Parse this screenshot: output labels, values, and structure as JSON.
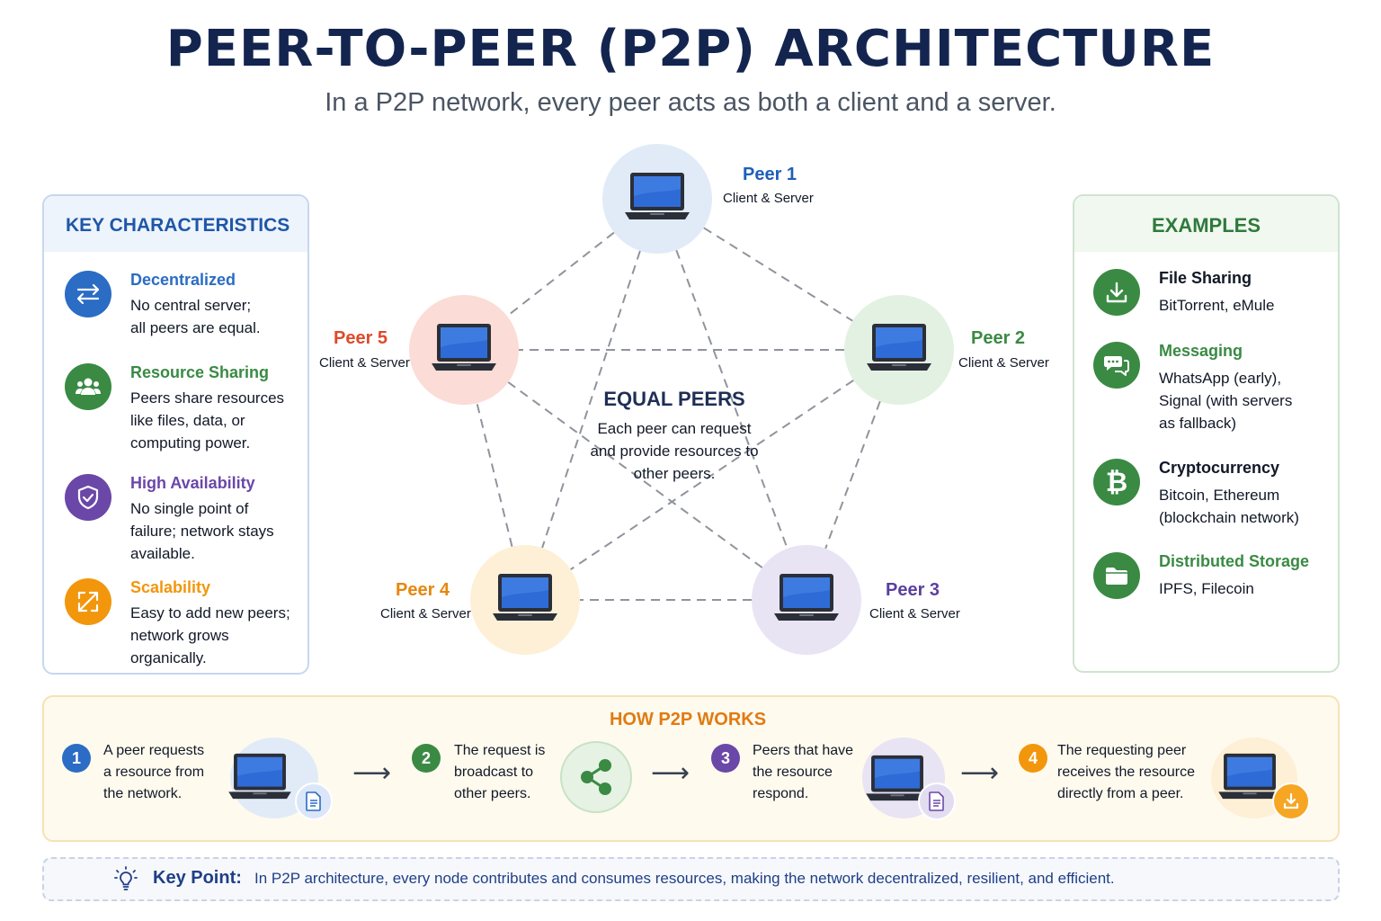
{
  "title": "PEER-TO-PEER (P2P) ARCHITECTURE",
  "subtitle": "In a P2P network, every peer acts as both a client and a server.",
  "characteristics": {
    "heading": "KEY CHARACTERISTICS",
    "items": [
      {
        "title": "Decentralized",
        "desc": "No central server;\nall peers are equal.",
        "color": "#2b6cc4",
        "icon": "arrows-exchange-icon"
      },
      {
        "title": "Resource Sharing",
        "desc": "Peers share resources\nlike files, data, or\ncomputing power.",
        "color": "#3a8a44",
        "icon": "users-group-icon"
      },
      {
        "title": "High Availability",
        "desc": "No single point of\nfailure; network stays\navailable.",
        "color": "#6b47a8",
        "icon": "shield-check-icon"
      },
      {
        "title": "Scalability",
        "desc": "Easy to add new peers;\nnetwork grows\norganically.",
        "color": "#f2960c",
        "icon": "expand-arrows-icon"
      }
    ]
  },
  "examples": {
    "heading": "EXAMPLES",
    "items": [
      {
        "title": "File Sharing",
        "desc": "BitTorrent, eMule",
        "icon": "download-icon"
      },
      {
        "title": "Messaging",
        "desc": "WhatsApp (early),\nSignal (with servers\nas fallback)",
        "icon": "chat-bubbles-icon"
      },
      {
        "title": "Cryptocurrency",
        "desc": "Bitcoin, Ethereum\n(blockchain network)",
        "icon": "bitcoin-icon"
      },
      {
        "title": "Distributed Storage",
        "desc": "IPFS, Filecoin",
        "icon": "folder-icon"
      }
    ],
    "color": "#3a8a44"
  },
  "peers": [
    {
      "name": "Peer 1",
      "role": "Client & Server",
      "color": "#1f5fb8",
      "bg": "#e1ebf8"
    },
    {
      "name": "Peer 2",
      "role": "Client & Server",
      "color": "#3a8a44",
      "bg": "#e3f1e2"
    },
    {
      "name": "Peer 3",
      "role": "Client & Server",
      "color": "#5b3fa0",
      "bg": "#e8e4f4"
    },
    {
      "name": "Peer 4",
      "role": "Client & Server",
      "color": "#e7860f",
      "bg": "#fdf0d6"
    },
    {
      "name": "Peer 5",
      "role": "Client & Server",
      "color": "#de4a2a",
      "bg": "#fbdcd6"
    }
  ],
  "center": {
    "title": "EQUAL PEERS",
    "desc": "Each peer can request and provide resources to other peers."
  },
  "how": {
    "heading": "HOW P2P WORKS",
    "steps": [
      {
        "num": "1",
        "text": "A peer requests\na resource from\nthe network.",
        "color": "#2b6cc4",
        "icon": "laptop-document-icon"
      },
      {
        "num": "2",
        "text": "The request is\nbroadcast to\nother peers.",
        "color": "#3a8a44",
        "icon": "share-icon"
      },
      {
        "num": "3",
        "text": "Peers that have\nthe resource\nrespond.",
        "color": "#6b47a8",
        "icon": "laptop-document-icon"
      },
      {
        "num": "4",
        "text": "The requesting peer\nreceives the resource\ndirectly from a peer.",
        "color": "#f2960c",
        "icon": "laptop-download-icon"
      }
    ]
  },
  "keypoint": {
    "label": "Key Point:",
    "text": "In P2P architecture, every node contributes and consumes resources, making the network decentralized, resilient, and efficient.",
    "icon": "lightbulb-icon"
  }
}
